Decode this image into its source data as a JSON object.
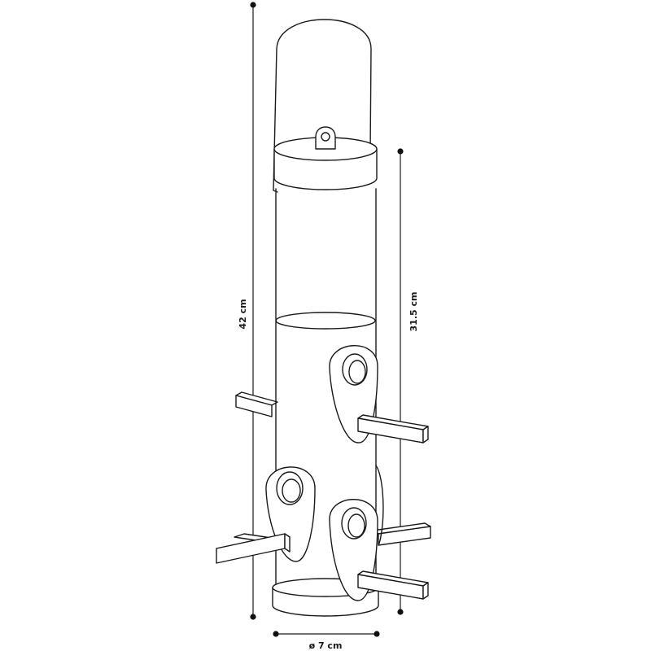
{
  "dimensions": {
    "total_height": "42 cm",
    "tube_height": "31.5 cm",
    "diameter": "ø 7 cm"
  },
  "colors": {
    "line": "#1a1a1a",
    "background": "#ffffff"
  }
}
